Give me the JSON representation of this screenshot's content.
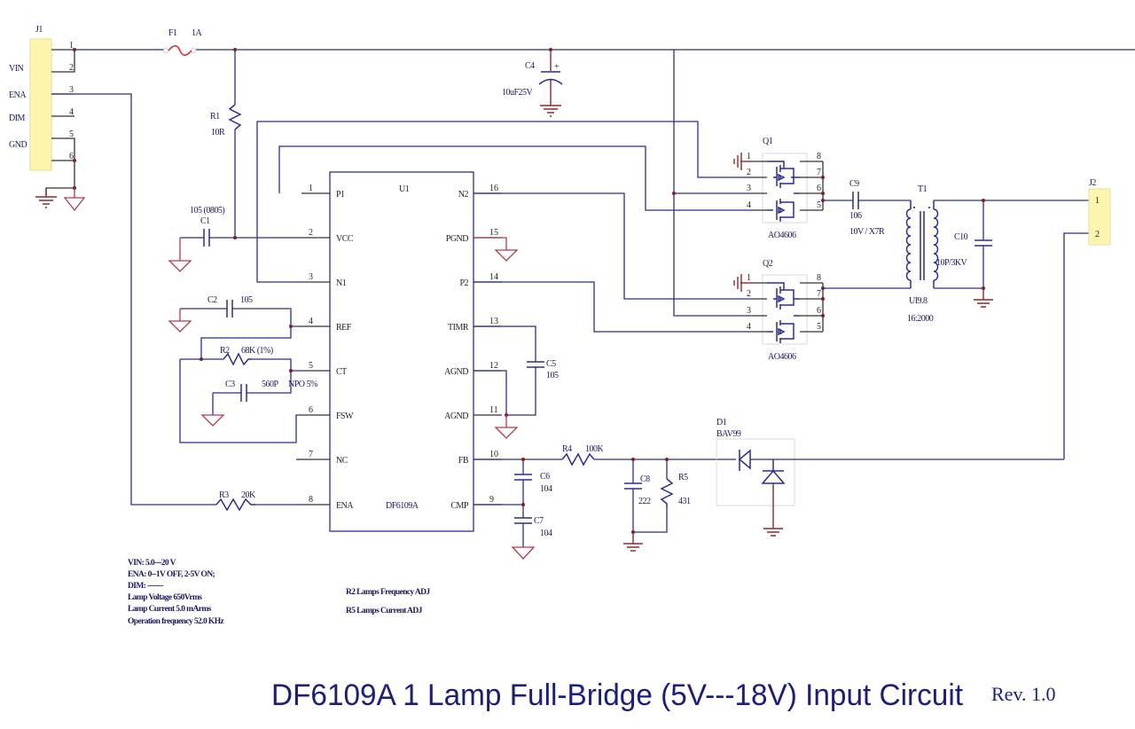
{
  "title": "DF6109A   1 Lamp Full-Bridge  (5V---18V)  Input  Circuit",
  "revision": "Rev. 1.0",
  "colors": {
    "wire": "#2b2f8a",
    "ground": "#b23a4a",
    "connector": "#fdf6b0",
    "title": "#1c1f7a",
    "fuse": "#d42020"
  },
  "connectors": {
    "j1": {
      "ref": "J1",
      "signals": [
        "VIN",
        "ENA",
        "DIM",
        "GND"
      ],
      "pins": [
        "1",
        "2",
        "3",
        "4",
        "5",
        "6"
      ]
    },
    "j2": {
      "ref": "J2",
      "pins": [
        "1",
        "2"
      ]
    }
  },
  "components": {
    "f1": {
      "ref": "F1",
      "value": "1A"
    },
    "r1": {
      "ref": "R1",
      "value": "10R"
    },
    "c1": {
      "ref": "C1",
      "value": "105 (0805)"
    },
    "c2": {
      "ref": "C2",
      "value": "105"
    },
    "r2": {
      "ref": "R2",
      "value": "68K  (1%)"
    },
    "c3": {
      "ref": "C3",
      "value": "560P",
      "note": "NPO 5%"
    },
    "r3": {
      "ref": "R3",
      "value": "20K"
    },
    "c4": {
      "ref": "C4",
      "value": "10uF25V",
      "polarity": "+"
    },
    "c5": {
      "ref": "C5",
      "value": "105"
    },
    "c6": {
      "ref": "C6",
      "value": "104"
    },
    "c7": {
      "ref": "C7",
      "value": "104"
    },
    "r4": {
      "ref": "R4",
      "value": "100K"
    },
    "c8": {
      "ref": "C8",
      "value": "222"
    },
    "r5": {
      "ref": "R5",
      "value": "431"
    },
    "d1": {
      "ref": "D1",
      "value": "BAV99"
    },
    "q1": {
      "ref": "Q1",
      "value": "AO4606",
      "pins": [
        "1",
        "2",
        "3",
        "4",
        "5",
        "6",
        "7",
        "8"
      ]
    },
    "q2": {
      "ref": "Q2",
      "value": "AO4606",
      "pins": [
        "1",
        "2",
        "3",
        "4",
        "5",
        "6",
        "7",
        "8"
      ]
    },
    "c9": {
      "ref": "C9",
      "value": "106",
      "rating": "10V / X7R"
    },
    "t1": {
      "ref": "T1",
      "core": "UI9.8",
      "ratio": "16:2000"
    },
    "c10": {
      "ref": "C10",
      "value": "10P/3KV"
    }
  },
  "ic": {
    "ref": "U1",
    "part": "DF6109A",
    "left_pins": [
      {
        "num": "1",
        "name": "P1"
      },
      {
        "num": "2",
        "name": "VCC"
      },
      {
        "num": "3",
        "name": "N1"
      },
      {
        "num": "4",
        "name": "REF"
      },
      {
        "num": "5",
        "name": "CT"
      },
      {
        "num": "6",
        "name": "FSW"
      },
      {
        "num": "7",
        "name": "NC"
      },
      {
        "num": "8",
        "name": "ENA"
      }
    ],
    "right_pins": [
      {
        "num": "16",
        "name": "N2"
      },
      {
        "num": "15",
        "name": "PGND"
      },
      {
        "num": "14",
        "name": "P2"
      },
      {
        "num": "13",
        "name": "TIMR"
      },
      {
        "num": "12",
        "name": "AGND"
      },
      {
        "num": "11",
        "name": "AGND"
      },
      {
        "num": "10",
        "name": "FB"
      },
      {
        "num": "9",
        "name": "CMP"
      }
    ]
  },
  "notes": {
    "specs": [
      "VIN: 5.0---20 V",
      "ENA: 0--1V OFF, 2-5V ON;",
      "DIM: -------",
      "Lamp Voltage  650Vrms",
      "Lamp Current   5.0 mArms",
      "Operation frequency 52.0 KHz"
    ],
    "adjustments": [
      "R2 Lamps  Frequency ADJ",
      "R5  Lamps  Current ADJ"
    ]
  }
}
